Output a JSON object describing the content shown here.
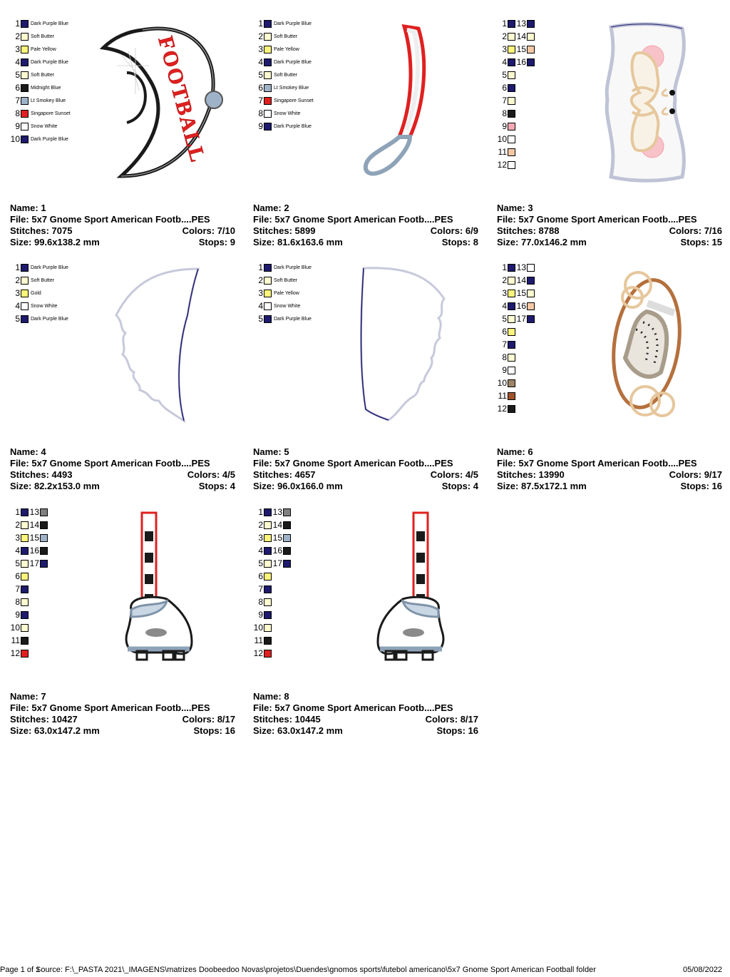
{
  "labels": {
    "name": "Name:",
    "file": "File:",
    "stitches": "Stitches:",
    "colors": "Colors:",
    "size": "Size:",
    "stops": "Stops:"
  },
  "designs": [
    {
      "name": "1",
      "file": "5x7 Gnome Sport American Footb....PES",
      "stitches": "7075",
      "colors": "7/10",
      "size": "99.6x138.2 mm",
      "stops": "9",
      "legend": [
        {
          "n": "1",
          "c": "#1e1a6e",
          "t": "Dark Purple Blue"
        },
        {
          "n": "2",
          "c": "#fffbd0",
          "t": "Soft Butter"
        },
        {
          "n": "3",
          "c": "#fff57a",
          "t": "Pale Yellow"
        },
        {
          "n": "4",
          "c": "#1e1a6e",
          "t": "Dark Purple Blue"
        },
        {
          "n": "5",
          "c": "#fffbd0",
          "t": "Soft Butter"
        },
        {
          "n": "6",
          "c": "#1a1a1a",
          "t": "Midnight Blue"
        },
        {
          "n": "7",
          "c": "#9fb3c8",
          "t": "Lt Smokey Blue"
        },
        {
          "n": "8",
          "c": "#e02020",
          "t": "Singapore Sunset"
        },
        {
          "n": "9",
          "c": "#ffffff",
          "t": "Snow White"
        },
        {
          "n": "10",
          "c": "#1e1a6e",
          "t": "Dark Purple Blue"
        }
      ]
    },
    {
      "name": "2",
      "file": "5x7 Gnome Sport American Footb....PES",
      "stitches": "5899",
      "colors": "6/9",
      "size": "81.6x163.6 mm",
      "stops": "8",
      "legend": [
        {
          "n": "1",
          "c": "#1e1a6e",
          "t": "Dark Purple Blue"
        },
        {
          "n": "2",
          "c": "#fffbd0",
          "t": "Soft Butter"
        },
        {
          "n": "3",
          "c": "#fff57a",
          "t": "Pale Yellow"
        },
        {
          "n": "4",
          "c": "#1e1a6e",
          "t": "Dark Purple Blue"
        },
        {
          "n": "5",
          "c": "#fffbd0",
          "t": "Soft Butter"
        },
        {
          "n": "6",
          "c": "#9fb3c8",
          "t": "Lt Smokey Blue"
        },
        {
          "n": "7",
          "c": "#e02020",
          "t": "Singapore Sunset"
        },
        {
          "n": "8",
          "c": "#ffffff",
          "t": "Snow White"
        },
        {
          "n": "9",
          "c": "#1e1a6e",
          "t": "Dark Purple Blue"
        }
      ]
    },
    {
      "name": "3",
      "file": "5x7 Gnome Sport American Footb....PES",
      "stitches": "8788",
      "colors": "7/16",
      "size": "77.0x146.2 mm",
      "stops": "15",
      "legend": [
        {
          "n": "1",
          "c": "#1e1a6e",
          "n2": "13",
          "c2": "#1e1a6e"
        },
        {
          "n": "2",
          "c": "#fffbd0",
          "n2": "14",
          "c2": "#fffbd0"
        },
        {
          "n": "3",
          "c": "#fff57a",
          "n2": "15",
          "c2": "#f5c7a4"
        },
        {
          "n": "4",
          "c": "#1e1a6e",
          "n2": "16",
          "c2": "#1e1a6e"
        },
        {
          "n": "5",
          "c": "#fffbd0"
        },
        {
          "n": "6",
          "c": "#1e1a6e"
        },
        {
          "n": "7",
          "c": "#fffbd0"
        },
        {
          "n": "8",
          "c": "#1a1a1a"
        },
        {
          "n": "9",
          "c": "#f7a8b4"
        },
        {
          "n": "10",
          "c": "#ffffff"
        },
        {
          "n": "11",
          "c": "#f5c7a4"
        },
        {
          "n": "12",
          "c": "#ffffff"
        }
      ]
    },
    {
      "name": "4",
      "file": "5x7 Gnome Sport American Footb....PES",
      "stitches": "4493",
      "colors": "4/5",
      "size": "82.2x153.0 mm",
      "stops": "4",
      "legend": [
        {
          "n": "1",
          "c": "#1e1a6e",
          "t": "Dark Purple Blue"
        },
        {
          "n": "2",
          "c": "#fffbd0",
          "t": "Soft Butter"
        },
        {
          "n": "3",
          "c": "#fff57a",
          "t": "Gold"
        },
        {
          "n": "4",
          "c": "#ffffff",
          "t": "Snow White"
        },
        {
          "n": "5",
          "c": "#1e1a6e",
          "t": "Dark Purple Blue"
        }
      ]
    },
    {
      "name": "5",
      "file": "5x7 Gnome Sport American Footb....PES",
      "stitches": "4657",
      "colors": "4/5",
      "size": "96.0x166.0 mm",
      "stops": "4",
      "legend": [
        {
          "n": "1",
          "c": "#1e1a6e",
          "t": "Dark Purple Blue"
        },
        {
          "n": "2",
          "c": "#fffbd0",
          "t": "Soft Butter"
        },
        {
          "n": "3",
          "c": "#fff57a",
          "t": "Pale Yellow"
        },
        {
          "n": "4",
          "c": "#ffffff",
          "t": "Snow White"
        },
        {
          "n": "5",
          "c": "#1e1a6e",
          "t": "Dark Purple Blue"
        }
      ]
    },
    {
      "name": "6",
      "file": "5x7 Gnome Sport American Footb....PES",
      "stitches": "13990",
      "colors": "9/17",
      "size": "87.5x172.1 mm",
      "stops": "16",
      "legend": [
        {
          "n": "1",
          "c": "#1e1a6e",
          "n2": "13",
          "c2": "#ffffff"
        },
        {
          "n": "2",
          "c": "#fffbd0",
          "n2": "14",
          "c2": "#1e1a6e"
        },
        {
          "n": "3",
          "c": "#fff57a",
          "n2": "15",
          "c2": "#fffbd0"
        },
        {
          "n": "4",
          "c": "#1e1a6e",
          "n2": "16",
          "c2": "#f5c7a4"
        },
        {
          "n": "5",
          "c": "#fffbd0",
          "n2": "17",
          "c2": "#1e1a6e"
        },
        {
          "n": "6",
          "c": "#fff57a"
        },
        {
          "n": "7",
          "c": "#1e1a6e"
        },
        {
          "n": "8",
          "c": "#fffbd0"
        },
        {
          "n": "9",
          "c": "#ffffff"
        },
        {
          "n": "10",
          "c": "#9c8466"
        },
        {
          "n": "11",
          "c": "#a0522d"
        },
        {
          "n": "12",
          "c": "#1a1a1a"
        }
      ]
    },
    {
      "name": "7",
      "file": "5x7 Gnome Sport American Footb....PES",
      "stitches": "10427",
      "colors": "8/17",
      "size": "63.0x147.2 mm",
      "stops": "16",
      "legend": [
        {
          "n": "1",
          "c": "#1e1a6e",
          "n2": "13",
          "c2": "#808080"
        },
        {
          "n": "2",
          "c": "#fffbd0",
          "n2": "14",
          "c2": "#1a1a1a"
        },
        {
          "n": "3",
          "c": "#fff57a",
          "n2": "15",
          "c2": "#9fb3c8"
        },
        {
          "n": "4",
          "c": "#1e1a6e",
          "n2": "16",
          "c2": "#1a1a1a"
        },
        {
          "n": "5",
          "c": "#fffbd0",
          "n2": "17",
          "c2": "#1e1a6e"
        },
        {
          "n": "6",
          "c": "#fff57a"
        },
        {
          "n": "7",
          "c": "#1e1a6e"
        },
        {
          "n": "8",
          "c": "#fffbd0"
        },
        {
          "n": "9",
          "c": "#1e1a6e"
        },
        {
          "n": "10",
          "c": "#fffbd0"
        },
        {
          "n": "11",
          "c": "#1a1a1a"
        },
        {
          "n": "12",
          "c": "#e02020"
        }
      ]
    },
    {
      "name": "8",
      "file": "5x7 Gnome Sport American Footb....PES",
      "stitches": "10445",
      "colors": "8/17",
      "size": "63.0x147.2 mm",
      "stops": "16",
      "legend": [
        {
          "n": "1",
          "c": "#1e1a6e",
          "n2": "13",
          "c2": "#808080"
        },
        {
          "n": "2",
          "c": "#fffbd0",
          "n2": "14",
          "c2": "#1a1a1a"
        },
        {
          "n": "3",
          "c": "#fff57a",
          "n2": "15",
          "c2": "#9fb3c8"
        },
        {
          "n": "4",
          "c": "#1e1a6e",
          "n2": "16",
          "c2": "#1a1a1a"
        },
        {
          "n": "5",
          "c": "#fffbd0",
          "n2": "17",
          "c2": "#1e1a6e"
        },
        {
          "n": "6",
          "c": "#fff57a"
        },
        {
          "n": "7",
          "c": "#1e1a6e"
        },
        {
          "n": "8",
          "c": "#fffbd0"
        },
        {
          "n": "9",
          "c": "#1e1a6e"
        },
        {
          "n": "10",
          "c": "#fffbd0"
        },
        {
          "n": "11",
          "c": "#1a1a1a"
        },
        {
          "n": "12",
          "c": "#e02020"
        }
      ]
    }
  ],
  "art_text": {
    "football": "FOOTBALL"
  },
  "footer": {
    "page": "Page 1 of 1",
    "source": "Source: F:\\_PASTA 2021\\_IMAGENS\\matrizes Doobeedoo Novas\\projetos\\Duendes\\gnomos sports\\futebol americano\\5x7 Gnome Sport American Football folder",
    "date": "05/08/2022"
  }
}
